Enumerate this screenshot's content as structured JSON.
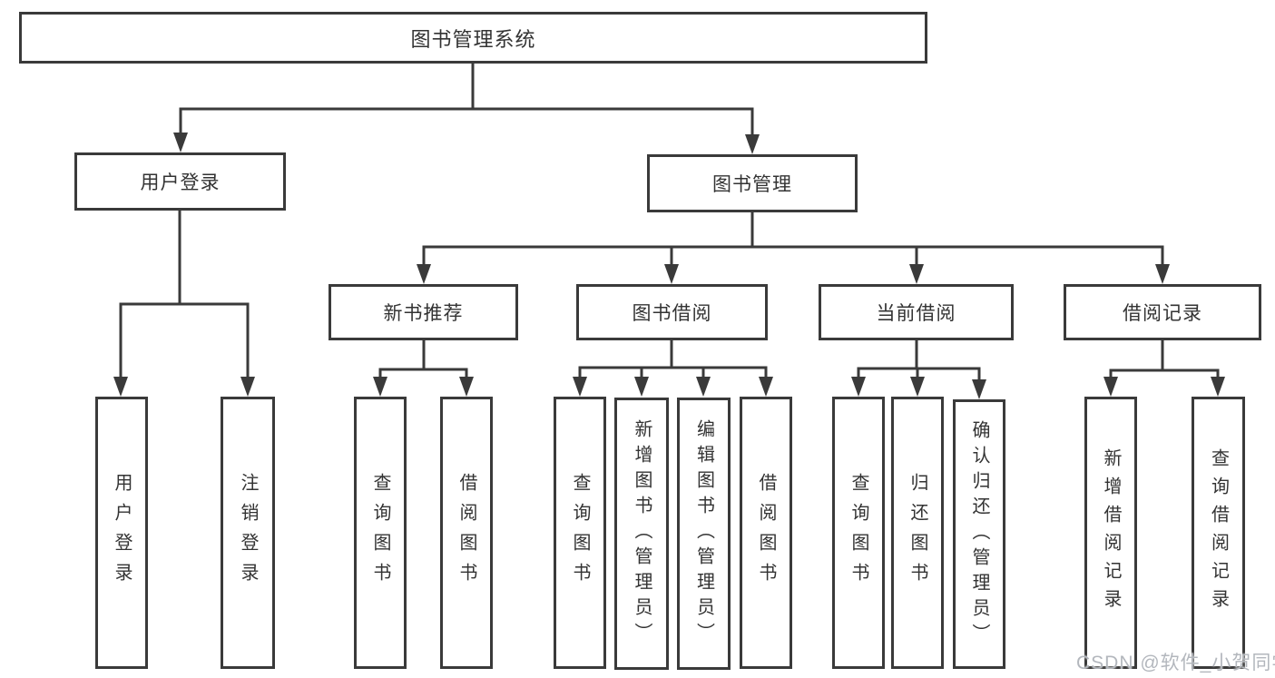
{
  "nodes": {
    "root": "图书管理系统",
    "user_login": "用户登录",
    "book_mgmt": "图书管理",
    "new_book_rec": "新书推荐",
    "book_borrow": "图书借阅",
    "current_borrow": "当前借阅",
    "borrow_records": "借阅记录",
    "leaf_user_login": "用户登录",
    "leaf_logout": "注销登录",
    "leaf_query_books_a": "查询图书",
    "leaf_borrow_books_a": "借阅图书",
    "leaf_query_books_b": "查询图书",
    "leaf_add_books": "新增图书（管理员）",
    "leaf_edit_books": "编辑图书（管理员）",
    "leaf_borrow_books_b": "借阅图书",
    "leaf_query_books_c": "查询图书",
    "leaf_return_books": "归还图书",
    "leaf_confirm_return": "确认归还（管理员）",
    "leaf_add_record": "新增借阅记录",
    "leaf_query_record": "查询借阅记录"
  },
  "watermark": {
    "text": "CSDN @软件_小贺同学"
  },
  "colors": {
    "line": "#3a3a3a",
    "text": "#333333",
    "watermark": "#b3b7bd",
    "background": "#ffffff"
  }
}
